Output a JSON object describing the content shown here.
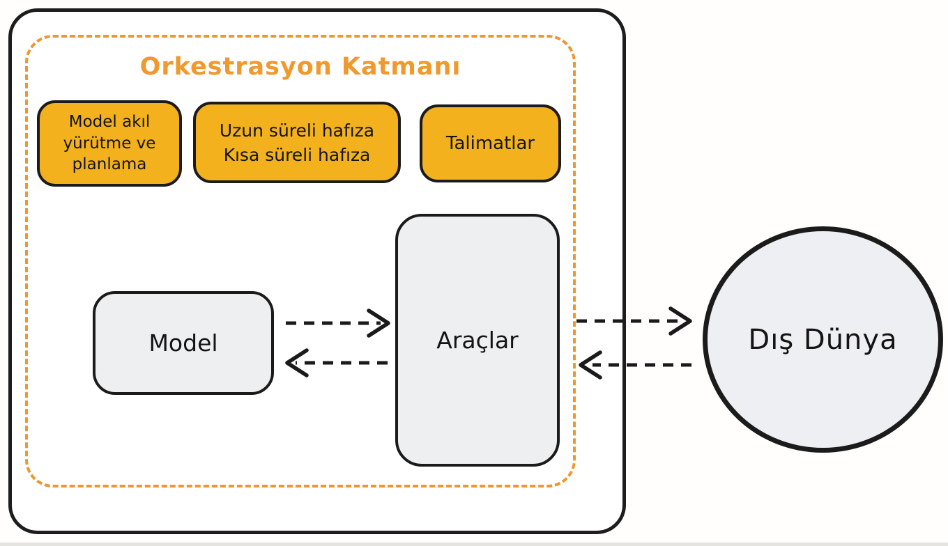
{
  "diagram": {
    "orchestration": {
      "title": "Orkestrasyon Katmanı",
      "boxes": [
        {
          "label": "Model akıl\nyürütme ve\nplanlama"
        },
        {
          "label": "Uzun süreli hafıza\nKısa süreli hafıza"
        },
        {
          "label": "Talimatlar"
        }
      ],
      "model_label": "Model",
      "tools_label": "Araçlar"
    },
    "external_world_label": "Dış Dünya",
    "arrows": [
      {
        "name": "model-to-tools",
        "direction": "right",
        "style": "dashed"
      },
      {
        "name": "tools-to-model",
        "direction": "left",
        "style": "dashed"
      },
      {
        "name": "tools-to-world",
        "direction": "right",
        "style": "dashed"
      },
      {
        "name": "world-to-tools",
        "direction": "left",
        "style": "dashed"
      }
    ],
    "colors": {
      "accent_orange": "#ef962c",
      "orange_box_fill": "#f3b11d",
      "gray_node_fill": "#edeff1",
      "stroke_black": "#1b1b1b",
      "background": "#ffffff"
    }
  }
}
